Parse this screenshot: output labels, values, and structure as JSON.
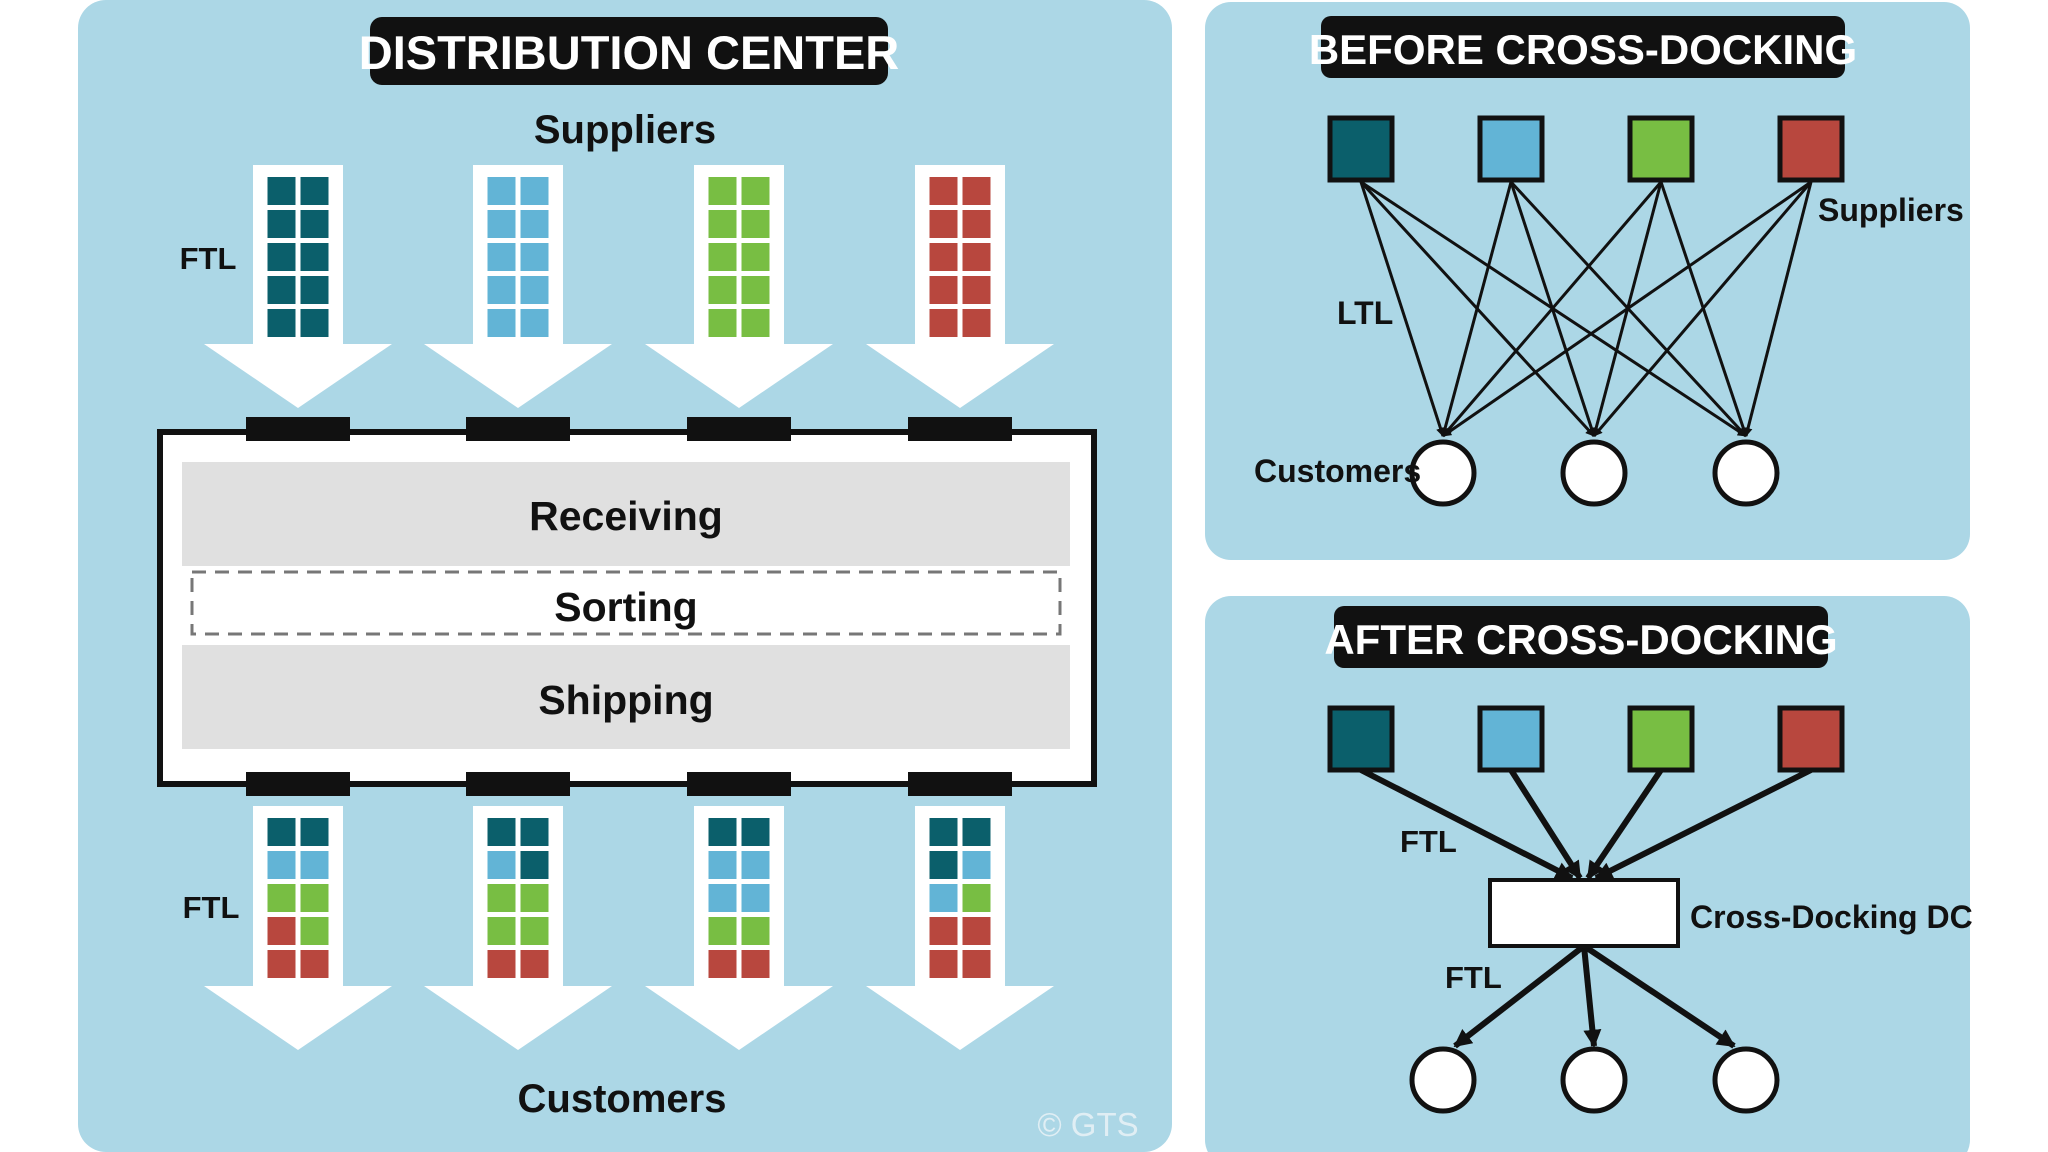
{
  "colors": {
    "panel_bg": "#acd7e6",
    "teal": "#0b5f6b",
    "light_blue": "#62b4d6",
    "green": "#78be43",
    "red": "#b8473e",
    "zone_gray": "#e0e0e0",
    "ink": "#111111"
  },
  "distribution_center": {
    "title": "DISTRIBUTION CENTER",
    "suppliers_label": "Suppliers",
    "customers_label": "Customers",
    "ftl_in_label": "FTL",
    "ftl_out_label": "FTL",
    "zones": [
      "Receiving",
      "Sorting",
      "Shipping"
    ],
    "inbound_trucks": [
      [
        "teal",
        "teal",
        "teal",
        "teal",
        "teal",
        "teal",
        "teal",
        "teal",
        "teal",
        "teal"
      ],
      [
        "light_blue",
        "light_blue",
        "light_blue",
        "light_blue",
        "light_blue",
        "light_blue",
        "light_blue",
        "light_blue",
        "light_blue",
        "light_blue"
      ],
      [
        "green",
        "green",
        "green",
        "green",
        "green",
        "green",
        "green",
        "green",
        "green",
        "green"
      ],
      [
        "red",
        "red",
        "red",
        "red",
        "red",
        "red",
        "red",
        "red",
        "red",
        "red"
      ]
    ],
    "outbound_trucks": [
      [
        "teal",
        "teal",
        "light_blue",
        "light_blue",
        "green",
        "green",
        "red",
        "green",
        "red",
        "red"
      ],
      [
        "teal",
        "teal",
        "light_blue",
        "teal",
        "green",
        "green",
        "green",
        "green",
        "red",
        "red"
      ],
      [
        "teal",
        "teal",
        "light_blue",
        "light_blue",
        "light_blue",
        "light_blue",
        "green",
        "green",
        "red",
        "red"
      ],
      [
        "teal",
        "teal",
        "teal",
        "light_blue",
        "light_blue",
        "green",
        "red",
        "red",
        "red",
        "red"
      ]
    ],
    "copyright": "© GTS"
  },
  "before": {
    "title": "BEFORE CROSS-DOCKING",
    "suppliers_label": "Suppliers",
    "customers_label": "Customers",
    "ltl_label": "LTL",
    "suppliers": [
      "teal",
      "light_blue",
      "green",
      "red"
    ],
    "customer_count": 3
  },
  "after": {
    "title": "AFTER CROSS-DOCKING",
    "ftl_in_label": "FTL",
    "ftl_out_label": "FTL",
    "dc_label": "Cross-Docking DC",
    "suppliers": [
      "teal",
      "light_blue",
      "green",
      "red"
    ],
    "customer_count": 3
  }
}
